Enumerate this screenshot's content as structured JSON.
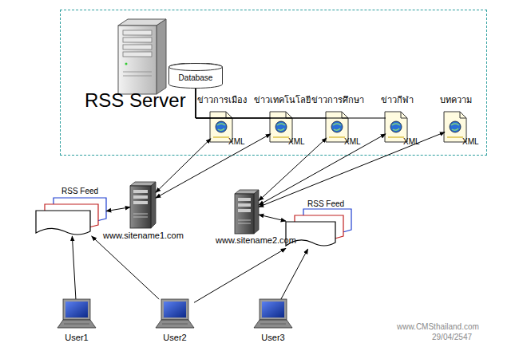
{
  "diagram": {
    "nodes": [
      {
        "text": [
          "RSS Server"
        ]
      },
      {
        "text": [
          "Database"
        ],
        "in": 0
      },
      {
        "text": [
          "ข่าวการเมือง",
          "XML"
        ],
        "in": 0
      },
      {
        "text": [
          "ข่าวเทคโนโลยี",
          "XML"
        ],
        "in": 0
      },
      {
        "text": [
          "ข่าวการศึกษา",
          "XML"
        ],
        "in": 0
      },
      {
        "text": [
          "ข่าวกีฬา",
          "XML"
        ],
        "in": 0
      },
      {
        "text": [
          "บทความ",
          "XML"
        ],
        "in": 0
      },
      {
        "text": [
          "RSS Feed"
        ]
      },
      {
        "text": [
          "www.sitename1.com"
        ]
      },
      {
        "text": [
          "www.sitename2.com"
        ]
      },
      {
        "text": [
          "RSS Feed"
        ]
      },
      {
        "text": [
          "User1"
        ]
      },
      {
        "text": [
          "User2"
        ]
      },
      {
        "text": [
          "User3"
        ]
      }
    ],
    "edges": [
      {
        "from": 1,
        "to": 2,
        "arrow": "none"
      },
      {
        "from": 1,
        "to": 3,
        "arrow": "none"
      },
      {
        "from": 1,
        "to": 4,
        "arrow": "none"
      },
      {
        "from": 1,
        "to": 5,
        "arrow": "none"
      },
      {
        "from": 8,
        "to": 2,
        "arrow": "both"
      },
      {
        "from": 8,
        "to": 3,
        "arrow": "both"
      },
      {
        "from": 9,
        "to": 4,
        "arrow": "both"
      },
      {
        "from": 9,
        "to": 5,
        "arrow": "both"
      },
      {
        "from": 9,
        "to": 6,
        "arrow": "both"
      },
      {
        "from": 8,
        "to": 7,
        "arrow": "both"
      },
      {
        "from": 9,
        "to": 10,
        "arrow": "both"
      },
      {
        "from": 11,
        "to": 7,
        "arrow": "to"
      },
      {
        "from": 12,
        "to": 7,
        "arrow": "to"
      },
      {
        "from": 12,
        "to": 10,
        "arrow": "to"
      },
      {
        "from": 13,
        "to": 10,
        "arrow": "to"
      }
    ],
    "labels": [
      "www.CMSthailand.com",
      "29/04/2547"
    ]
  }
}
